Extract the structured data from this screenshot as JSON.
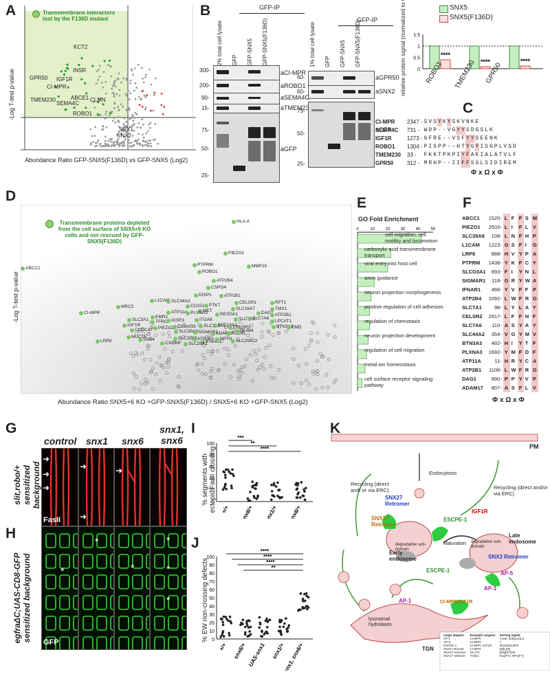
{
  "panel_labels": {
    "a": "A",
    "b": "B",
    "c": "C",
    "d": "D",
    "e": "E",
    "f": "F",
    "g": "G",
    "h": "H",
    "i": "I",
    "j": "J",
    "k": "K"
  },
  "panelA": {
    "legend": "Transmembrane interactors lost by the F136D mutant",
    "xlabel": "Abundance Ratio GFP-SNX5(F136D) vs GFP-SNX5 (Log2)",
    "ylabel": "-Log T-test p-value",
    "points": [
      "KCT2",
      "INSR",
      "GPR50",
      "IGF1R",
      "CI-MPR",
      "TMEM230",
      "ABCE1",
      "SEMA4C",
      "CLMN",
      "ROBO1",
      "SNX1",
      "SNX2"
    ]
  },
  "panelB": {
    "gfpip": "GFP-IP",
    "left_lanes": [
      "2% total cell lysate",
      "GFP",
      "GFP-SNX5",
      "GFP-SNX5(F136D)"
    ],
    "left_blots": [
      "aCI-MPR",
      "aROBO1",
      "aSEMA4C",
      "aTMEM230",
      "aGFP"
    ],
    "left_mw": [
      "300-",
      "200-",
      "90-",
      "15-",
      "75-",
      "50-",
      "25-"
    ],
    "right_lanes": [
      "1% total cell lysate",
      "GFP",
      "GFP-SNX5",
      "GFP-SNX5(F136D)"
    ],
    "right_blots": [
      "aGPR50",
      "aSNX2",
      "aGFP"
    ],
    "right_mw": [
      "60-",
      "60-",
      "75-",
      "50-",
      "25-"
    ]
  },
  "panelBchart": {
    "legend": [
      "SNX5",
      "SNX5(F136D)"
    ],
    "ylabel": "relative protein signal (normalized to GFP)",
    "categories": [
      "ROBO1",
      "TMEM230",
      "GPR50"
    ],
    "ticks": [
      "0",
      "0.5",
      "1",
      "1.5"
    ],
    "stars": "****"
  },
  "panelC": {
    "rows": [
      {
        "name": "CI-MPR",
        "pos": "2347 -",
        "seq": [
          "S",
          "V",
          "S",
          "Y",
          "K",
          "Y",
          "S",
          "K",
          "V",
          "N",
          "K",
          "E"
        ]
      },
      {
        "name": "SEMA4C",
        "pos": "731 -",
        "seq": [
          "W",
          "D",
          "P",
          "-",
          "-",
          "V",
          "G",
          "Y",
          "Y",
          "S",
          "D",
          "G",
          "S",
          "L",
          "K"
        ]
      },
      {
        "name": "IGF1R",
        "pos": "1273 -",
        "seq": [
          "G",
          "F",
          "R",
          "E",
          "-",
          "-",
          "V",
          "S",
          "F",
          "Y",
          "Y",
          "S",
          "E",
          "E",
          "N",
          "K"
        ]
      },
      {
        "name": "ROBO1",
        "pos": "1304 -",
        "seq": [
          "P",
          "I",
          "S",
          "P",
          "P",
          "-",
          "-",
          "H",
          "T",
          "Y",
          "G",
          "Y",
          "I",
          "S",
          "G",
          "P",
          "L",
          "V",
          "S",
          "D"
        ]
      },
      {
        "name": "TMEM230",
        "pos": "33 -",
        "seq": [
          "F",
          "K",
          "K",
          "T",
          "P",
          "K",
          "P",
          "I",
          "Y",
          "F",
          "A",
          "K",
          "I",
          "A",
          "L",
          "A",
          "T",
          "V",
          "L",
          "F"
        ]
      },
      {
        "name": "GPR50",
        "pos": "312 -",
        "seq": [
          "M",
          "R",
          "H",
          "P",
          "-",
          "-",
          "I",
          "I",
          "F",
          "F",
          "S",
          "G",
          "L",
          "S",
          "I",
          "D",
          "I",
          "R",
          "E",
          "M"
        ]
      }
    ],
    "motif": "Φ x Ω x Φ"
  },
  "panelD": {
    "legend": "Transmembrane proteins depleted from the cell surface of SNX5+6 KO cells and not rescued by GFP-SNX5(F136D)",
    "xlabel": "Abundance Ratio SNX5+6 KO +GFP-SNX5(F136D) / SNX5+6 KO +GFP-SNX5 (Log2)",
    "ylabel": "-Log T-test p-value",
    "points": [
      "HLA-A",
      "ABCC1",
      "PIEZO1",
      "PTPRM",
      "MMP15",
      "ROBO1",
      "ATP2B4",
      "CSPG4",
      "DISP1",
      "ATP1B1",
      "L1CAM",
      "SLC44A2",
      "CD151",
      "PTK7",
      "CELSR1",
      "RFT1",
      "MRC2",
      "MET",
      "SLC16A7",
      "TMX1",
      "CI-MPR",
      "EMR2",
      "ATP11A",
      "PLXNA3",
      "RESDA1",
      "DAG1",
      "ATP2B1",
      "SLC3A1",
      "TFRC",
      "IGSF3",
      "ITGA6",
      "SLC7A1",
      "SLC7A6",
      "LPCAT1",
      "IGF1R",
      "PIEZO2",
      "C19orf33",
      "SLC1A5",
      "SLC16A3",
      "CELSR2",
      "BTN3A3",
      "EMD",
      "CCDC47",
      "SLC39A8",
      "SIGMAR1",
      "ADAM17",
      "PODXL",
      "OLIM4",
      "LRP8",
      "SSR4",
      "SLC22A5",
      "ATP1B3",
      "IFNAR1",
      "MUC16",
      "CXCR4",
      "SLC29A1",
      "NPTN",
      "SLC25A22"
    ]
  },
  "panelE": {
    "title": "GO Fold Enrichment",
    "ticks": [
      "0",
      "10",
      "20",
      "30",
      "40",
      "50"
    ],
    "terms": [
      "cell migration, cell motility and locomotion",
      "carboxylic acid transmembrane transport",
      "viral entry into host cell",
      "axon guidance",
      "neuron projection morphogenesis",
      "positive regulation of cell adhesion",
      "regulation of chemotaxis",
      "neuron projection development",
      "regulation of cell migration",
      "metal ion homeostasis",
      "cell surface receptor signaling pathway"
    ],
    "values": [
      42,
      22,
      20,
      11,
      9,
      8,
      8,
      7,
      6,
      5,
      3
    ]
  },
  "panelF": {
    "rows": [
      [
        "ABCC1",
        "1520-",
        "L",
        "F",
        "F",
        "S",
        "M"
      ],
      [
        "PIEZO1",
        "2503-",
        "L",
        "I",
        "F",
        "L",
        "V"
      ],
      [
        "SLC39A8",
        "108-",
        "L",
        "N",
        "F",
        "H",
        "P"
      ],
      [
        "L1CAM",
        "1223-",
        "G",
        "S",
        "F",
        "I",
        "G"
      ],
      [
        "LRP8",
        "888-",
        "H",
        "V",
        "Y",
        "P",
        "A"
      ],
      [
        "PTPRM",
        "1438-",
        "Y",
        "K",
        "F",
        "C",
        "Y"
      ],
      [
        "SLCO3A1",
        "693-",
        "F",
        "I",
        "Y",
        "N",
        "L"
      ],
      [
        "SIGMAR1",
        "118-",
        "G",
        "R",
        "Y",
        "W",
        "A"
      ],
      [
        "IFNAR1",
        "466-",
        "Y",
        "V",
        "F",
        "F",
        "P"
      ],
      [
        "ATP2B4",
        "1092-",
        "L",
        "W",
        "F",
        "R",
        "G"
      ],
      [
        "SLC7A1",
        "98-",
        "L",
        "Y",
        "L",
        "A",
        "Y"
      ],
      [
        "CELSR2",
        "2917-",
        "L",
        "F",
        "F",
        "N",
        "F"
      ],
      [
        "SLC7A6",
        "110-",
        "A",
        "S",
        "Y",
        "A",
        "Y"
      ],
      [
        "SLC44A2",
        "354-",
        "V",
        "G",
        "Y",
        "M",
        "V"
      ],
      [
        "BTN3A3",
        "482-",
        "H",
        "I",
        "Y",
        "T",
        "F"
      ],
      [
        "PLXNA3",
        "1692-",
        "Y",
        "M",
        "F",
        "D",
        "F"
      ],
      [
        "ATP11A",
        "11-",
        "H",
        "R",
        "Y",
        "C",
        "A"
      ],
      [
        "ATP2B1",
        "1106-",
        "L",
        "W",
        "F",
        "R",
        "G"
      ],
      [
        "DAG1",
        "890-",
        "P",
        "P",
        "Y",
        "V",
        "P"
      ],
      [
        "ADAM17",
        "807-",
        "A",
        "S",
        "F",
        "L",
        "V"
      ]
    ],
    "motif": "Φ x Ω x Φ"
  },
  "panelG": {
    "cols": [
      "control",
      "snx1",
      "snx6",
      "snx1, snx6"
    ],
    "rowlabel": "slit,robo/+ sensitized background",
    "stain": "FasII"
  },
  "panelH": {
    "rowlabel": "egfraΔC;UAS-CD8-GFP sensitized background",
    "stain": "GFP"
  },
  "panelI": {
    "ylabel": "% segments with ectopic FasII crossing",
    "categories": [
      "+/+",
      "snx6/+",
      "snx1/+",
      "snx1, snx6/+"
    ],
    "ticks": [
      "0",
      "20",
      "40",
      "60",
      "80",
      "100"
    ],
    "sig": [
      "***",
      "**",
      "****"
    ]
  },
  "panelJ": {
    "ylabel": "% EW non-crossing defects",
    "categories": [
      "+/+",
      "snx6/+",
      "UAS-snx1",
      "snx1/+",
      "snx1, snx6/+"
    ],
    "ticks": [
      "0",
      "10",
      "20",
      "30",
      "40",
      "50",
      "60",
      "70",
      "80",
      "90",
      "100"
    ],
    "sig": [
      "****",
      "****",
      "****",
      "**"
    ]
  },
  "panelK": {
    "pm": "PM",
    "labels": [
      "Recycling (direct and/ or via ERC)",
      "Endocytosis",
      "Recycling (direct and/or via ERC)",
      "SNX27 Retromer",
      "SNX17 Retriever",
      "ESCPE-1",
      "IGF1R",
      "Early endosome",
      "Maturation",
      "Late endosome",
      "SNX3 Retromer",
      "AP-5",
      "ESCPE-1",
      "AP-1",
      "AP-1",
      "CI-MPR/IGF1R",
      "lysosomal hydrolases",
      "TGN",
      "degradative sub-domain",
      "degradative sub-domain"
    ],
    "table_headers": [
      "cargo adaptor",
      "Example cargoes",
      "Sorting signal"
    ],
    "table_rows": [
      [
        "AP-1",
        "CI-MPR",
        "YxxΦ, [DE]xxx[LI]"
      ],
      [
        "AP-5",
        "CI-MPR",
        "?"
      ],
      [
        "ESCPE-1",
        "CI-MPR, IGF1R",
        "ΦxΩxΦ(x)ΦΦ"
      ],
      [
        "SNX3 retromer",
        "CI-MPR",
        "[W]L[M]"
      ],
      [
        "SNX27 retromer",
        "GLUT1",
        "[ED][ST]xΦ"
      ],
      [
        "SNX17 retriever",
        "ITGB1",
        "Nxx[FY], NPx[FY]"
      ]
    ]
  }
}
